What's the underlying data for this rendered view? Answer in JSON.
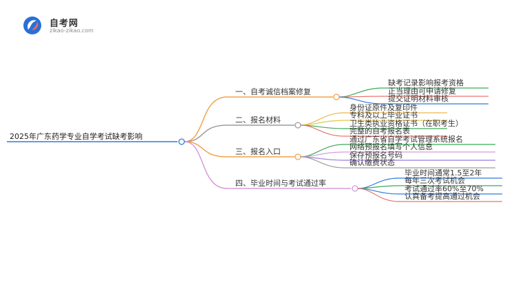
{
  "site": {
    "title": "自考网",
    "url": "zikao-zikao.com"
  },
  "mindmap": {
    "root": "2025年广东药学专业自学考试缺考影响",
    "branches": [
      {
        "label": "一、自考诚信档案修复",
        "color": "#f0a24c",
        "children": [
          {
            "label": "缺考记录影响报考资格",
            "color": "#3aaa58"
          },
          {
            "label": "正当理由可申请修复",
            "color": "#e9736b"
          },
          {
            "label": "提交证明材料审核",
            "color": "#2b7bd9"
          }
        ]
      },
      {
        "label": "二、报名材料",
        "color": "#9c9c9c",
        "children": [
          {
            "label": "身份证原件及复印件",
            "color": "#e9b94c"
          },
          {
            "label": "专科及以上毕业证书",
            "color": "#e3c64b"
          },
          {
            "label": "卫生类执业资格证书（在职考生）",
            "color": "#3aaa58"
          },
          {
            "label": "完整的自考报名表",
            "color": "#e9736b"
          }
        ]
      },
      {
        "label": "三、报名入口",
        "color": "#f0a24c",
        "children": [
          {
            "label": "通过广东省自学考试管理系统报名",
            "color": "#3aaa58"
          },
          {
            "label": "网络预报名填写个人信息",
            "color": "#d79bd9"
          },
          {
            "label": "保存预报名号码",
            "color": "#9a7bd9"
          },
          {
            "label": "确认缴费状态",
            "color": "#9c9c9c"
          }
        ]
      },
      {
        "label": "四、毕业时间与考试通过率",
        "color": "#d79bd9",
        "children": [
          {
            "label": "毕业时间通常1.5至2年",
            "color": "#2b7bd9"
          },
          {
            "label": "每年三次考试机会",
            "color": "#3aaa58"
          },
          {
            "label": "考试通过率60%至70%",
            "color": "#2b7bd9"
          },
          {
            "label": "认真备考提高通过机会",
            "color": "#e9736b"
          }
        ]
      }
    ]
  }
}
